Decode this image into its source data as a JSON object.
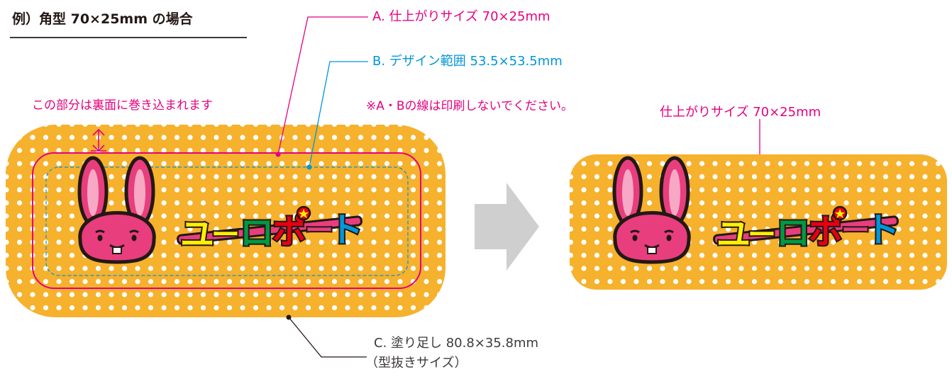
{
  "example_title": "例）角型 70×25mm の場合",
  "label_a": "A. 仕上がりサイズ 70×25mm",
  "label_b": "B. デザイン範囲 53.5×53.5mm",
  "note": "※A・Bの線は印刷しないでください。",
  "fold_note": "この部分は裏面に巻き込まれます",
  "finished_label": "仕上がりサイズ 70×25mm",
  "label_c_line1": "C. 塗り足し 80.8×35.8mm",
  "label_c_line2": "（型抜きサイズ）",
  "logo_text": [
    "ユ",
    "ー",
    "ロ",
    "ポ",
    "ー",
    "ト"
  ],
  "colors": {
    "magenta": "#e4007f",
    "cyan": "#0096d6",
    "orange": "#f6b12d",
    "pink": "#e83e7d",
    "arrow_gray": "#cfcfcf",
    "logo_yellow": "#fff100",
    "logo_green": "#009944",
    "logo_red": "#e60012",
    "logo_blue": "#0097db"
  }
}
